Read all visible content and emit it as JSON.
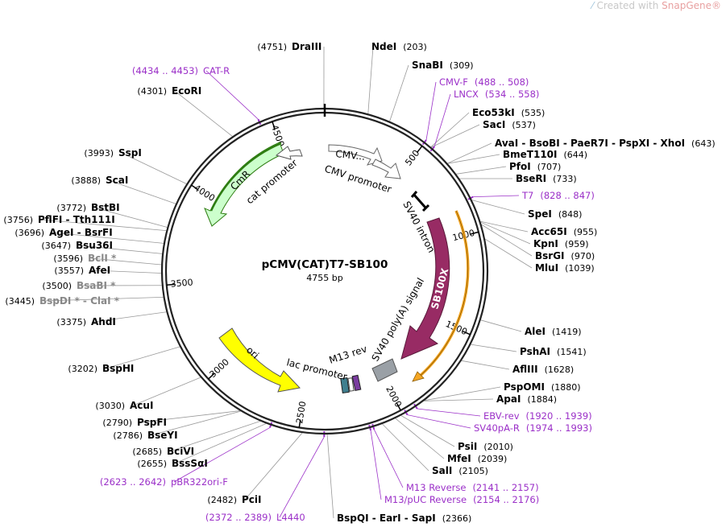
{
  "brand": {
    "prefix": "Created with ",
    "name": "SnapGene",
    "mark": "®"
  },
  "plasmid": {
    "name": "pCMV(CAT)T7-SB100",
    "length": 4755,
    "length_label": "4755 bp"
  },
  "ticks": [
    "500",
    "1000",
    "1500",
    "2000",
    "2500",
    "3000",
    "3500",
    "4000",
    "4500"
  ],
  "sites": [
    {
      "name": "DraIII",
      "pos": "(4751)",
      "bp": 4751
    },
    {
      "name": "NdeI",
      "pos": "(203)",
      "bp": 203
    },
    {
      "name": "SnaBI",
      "pos": "(309)",
      "bp": 309
    },
    {
      "name": "Eco53kI",
      "pos": "(535)",
      "bp": 535
    },
    {
      "name": "SacI",
      "pos": "(537)",
      "bp": 537
    },
    {
      "name": "AvaI - BsoBI - PaeR7I - PspXI - XhoI",
      "pos": "(643)",
      "bp": 643
    },
    {
      "name": "BmeT110I",
      "pos": "(644)",
      "bp": 644
    },
    {
      "name": "PfoI",
      "pos": "(707)",
      "bp": 707
    },
    {
      "name": "BseRI",
      "pos": "(733)",
      "bp": 733
    },
    {
      "name": "SpeI",
      "pos": "(848)",
      "bp": 848
    },
    {
      "name": "Acc65I",
      "pos": "(955)",
      "bp": 955
    },
    {
      "name": "KpnI",
      "pos": "(959)",
      "bp": 959
    },
    {
      "name": "BsrGI",
      "pos": "(970)",
      "bp": 970
    },
    {
      "name": "MluI",
      "pos": "(1039)",
      "bp": 1039
    },
    {
      "name": "AleI",
      "pos": "(1419)",
      "bp": 1419
    },
    {
      "name": "PshAI",
      "pos": "(1541)",
      "bp": 1541
    },
    {
      "name": "AflIII",
      "pos": "(1628)",
      "bp": 1628
    },
    {
      "name": "PspOMI",
      "pos": "(1880)",
      "bp": 1880
    },
    {
      "name": "ApaI",
      "pos": "(1884)",
      "bp": 1884
    },
    {
      "name": "PsiI",
      "pos": "(2010)",
      "bp": 2010
    },
    {
      "name": "MfeI",
      "pos": "(2039)",
      "bp": 2039
    },
    {
      "name": "SalI",
      "pos": "(2105)",
      "bp": 2105
    },
    {
      "name": "BspQI - EarI - SapI",
      "pos": "(2366)",
      "bp": 2366
    },
    {
      "name": "PciI",
      "pos": "(2482)",
      "bp": 2482
    },
    {
      "name": "BssSαI",
      "pos": "(2655)",
      "bp": 2655
    },
    {
      "name": "BciVI",
      "pos": "(2685)",
      "bp": 2685
    },
    {
      "name": "BseYI",
      "pos": "(2786)",
      "bp": 2786
    },
    {
      "name": "PspFI",
      "pos": "(2790)",
      "bp": 2790
    },
    {
      "name": "AcuI",
      "pos": "(3030)",
      "bp": 3030
    },
    {
      "name": "BspHI",
      "pos": "(3202)",
      "bp": 3202
    },
    {
      "name": "AhdI",
      "pos": "(3375)",
      "bp": 3375
    },
    {
      "name": "BspDI * - ClaI *",
      "pos": "(3445)",
      "bp": 3445,
      "dim": true
    },
    {
      "name": "BsaBI *",
      "pos": "(3500)",
      "bp": 3500,
      "dim": true
    },
    {
      "name": "AfeI",
      "pos": "(3557)",
      "bp": 3557
    },
    {
      "name": "BclI *",
      "pos": "(3596)",
      "bp": 3596,
      "dim": true
    },
    {
      "name": "Bsu36I",
      "pos": "(3647)",
      "bp": 3647
    },
    {
      "name": "AgeI - BsrFI",
      "pos": "(3696)",
      "bp": 3696
    },
    {
      "name": "PflFI - Tth111I",
      "pos": "(3756)",
      "bp": 3756
    },
    {
      "name": "BstBI",
      "pos": "(3772)",
      "bp": 3772
    },
    {
      "name": "ScaI",
      "pos": "(3888)",
      "bp": 3888
    },
    {
      "name": "SspI",
      "pos": "(3993)",
      "bp": 3993
    },
    {
      "name": "EcoRI",
      "pos": "(4301)",
      "bp": 4301
    }
  ],
  "primers": [
    {
      "name": "CAT-R",
      "range": "(4434 .. 4453)",
      "bp": 4443
    },
    {
      "name": "CMV-F",
      "range": "(488 .. 508)",
      "bp": 498
    },
    {
      "name": "LNCX",
      "range": "(534 .. 558)",
      "bp": 546
    },
    {
      "name": "T7",
      "range": "(828 .. 847)",
      "bp": 837
    },
    {
      "name": "EBV-rev",
      "range": "(1920 .. 1939)",
      "bp": 1930
    },
    {
      "name": "SV40pA-R",
      "range": "(1974 .. 1993)",
      "bp": 1983
    },
    {
      "name": "M13 Reverse",
      "range": "(2141 .. 2157)",
      "bp": 2149
    },
    {
      "name": "M13/pUC Reverse",
      "range": "(2154 .. 2176)",
      "bp": 2165
    },
    {
      "name": "L4440",
      "range": "(2372 .. 2389)",
      "bp": 2380
    },
    {
      "name": "pBR322ori-F",
      "range": "(2623 .. 2642)",
      "bp": 2632
    }
  ],
  "features": [
    {
      "name": "CMV...",
      "kind": "CMV enhancer",
      "color": "#ffffff"
    },
    {
      "name": "CMV promoter",
      "kind": "promoter",
      "color": "#ffffff"
    },
    {
      "name": "SV40 intron",
      "kind": "intron",
      "color": "#ffffff"
    },
    {
      "name": "SB100X",
      "kind": "CDS",
      "color": "#982b64"
    },
    {
      "name": "SV40 poly(A) signal",
      "kind": "polyA",
      "color": "#9aa0a6"
    },
    {
      "name": "M13 rev",
      "kind": "primer bind",
      "color": "#ffffff"
    },
    {
      "name": "lac promoter",
      "kind": "promoter",
      "color": "#ffffff"
    },
    {
      "name": "ori",
      "kind": "rep origin",
      "color": "#ffff00"
    },
    {
      "name": "CmR",
      "kind": "CDS",
      "color": "#ccffcc"
    },
    {
      "name": "cat promoter",
      "kind": "promoter",
      "color": "#ffffff"
    }
  ],
  "colors": {
    "primer": "#9b30c8",
    "orf_orange": "#f5a623",
    "cmr_dark": "#2e7d12"
  }
}
